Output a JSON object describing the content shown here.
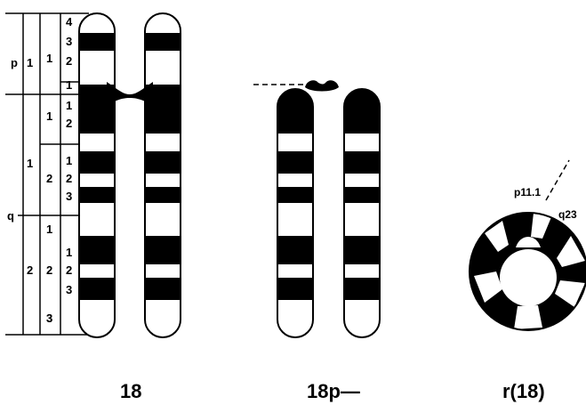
{
  "ideogram_labels": {
    "arm_p": "p",
    "arm_p_region": "1",
    "arm_q": "q",
    "q_region_1": "1",
    "q_region_2": "2",
    "p1_subregion": "1",
    "q1_subregion_1": "1",
    "q1_subregion_2": "2",
    "q2_subregion_2": "2",
    "q2_subregion_3": "3",
    "bands": {
      "p1_4": "4",
      "p1_3": "3",
      "p1_2": "2",
      "p1_1": "1",
      "q11_1": "1",
      "q11_2": "2",
      "q12_1": "1",
      "q12_2": "2",
      "q12_3": "3",
      "q21": "1",
      "q22_1": "1",
      "q22_2": "2",
      "q22_3": "3",
      "q23": "3"
    }
  },
  "captions": {
    "normal": "18",
    "deletion": "18p—",
    "ring": "r(18)"
  },
  "ring_labels": {
    "left": "p11.1",
    "right": "q23"
  },
  "colors": {
    "ink": "#000000",
    "paper": "#ffffff"
  }
}
